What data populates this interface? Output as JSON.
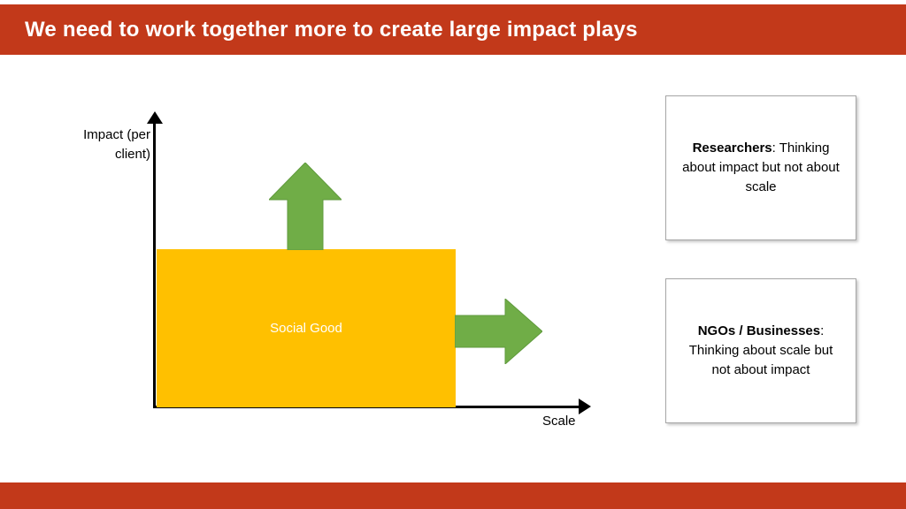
{
  "slide": {
    "title": "We need to work together more to create large impact plays",
    "accent_color": "#C2391A"
  },
  "diagram": {
    "y_axis_label": "Impact (per client)",
    "x_axis_label": "Scale",
    "region": {
      "label": "Social Good",
      "fill": "#FFC000",
      "text_color": "#FFFFFF"
    },
    "arrows": {
      "color": "#70AD47",
      "stroke": "#5F9A3C"
    }
  },
  "callouts": [
    {
      "bold": "Researchers",
      "rest": ": Thinking about impact but not about scale"
    },
    {
      "bold": "NGOs / Businesses",
      "rest": ": Thinking about scale but not about impact"
    }
  ]
}
